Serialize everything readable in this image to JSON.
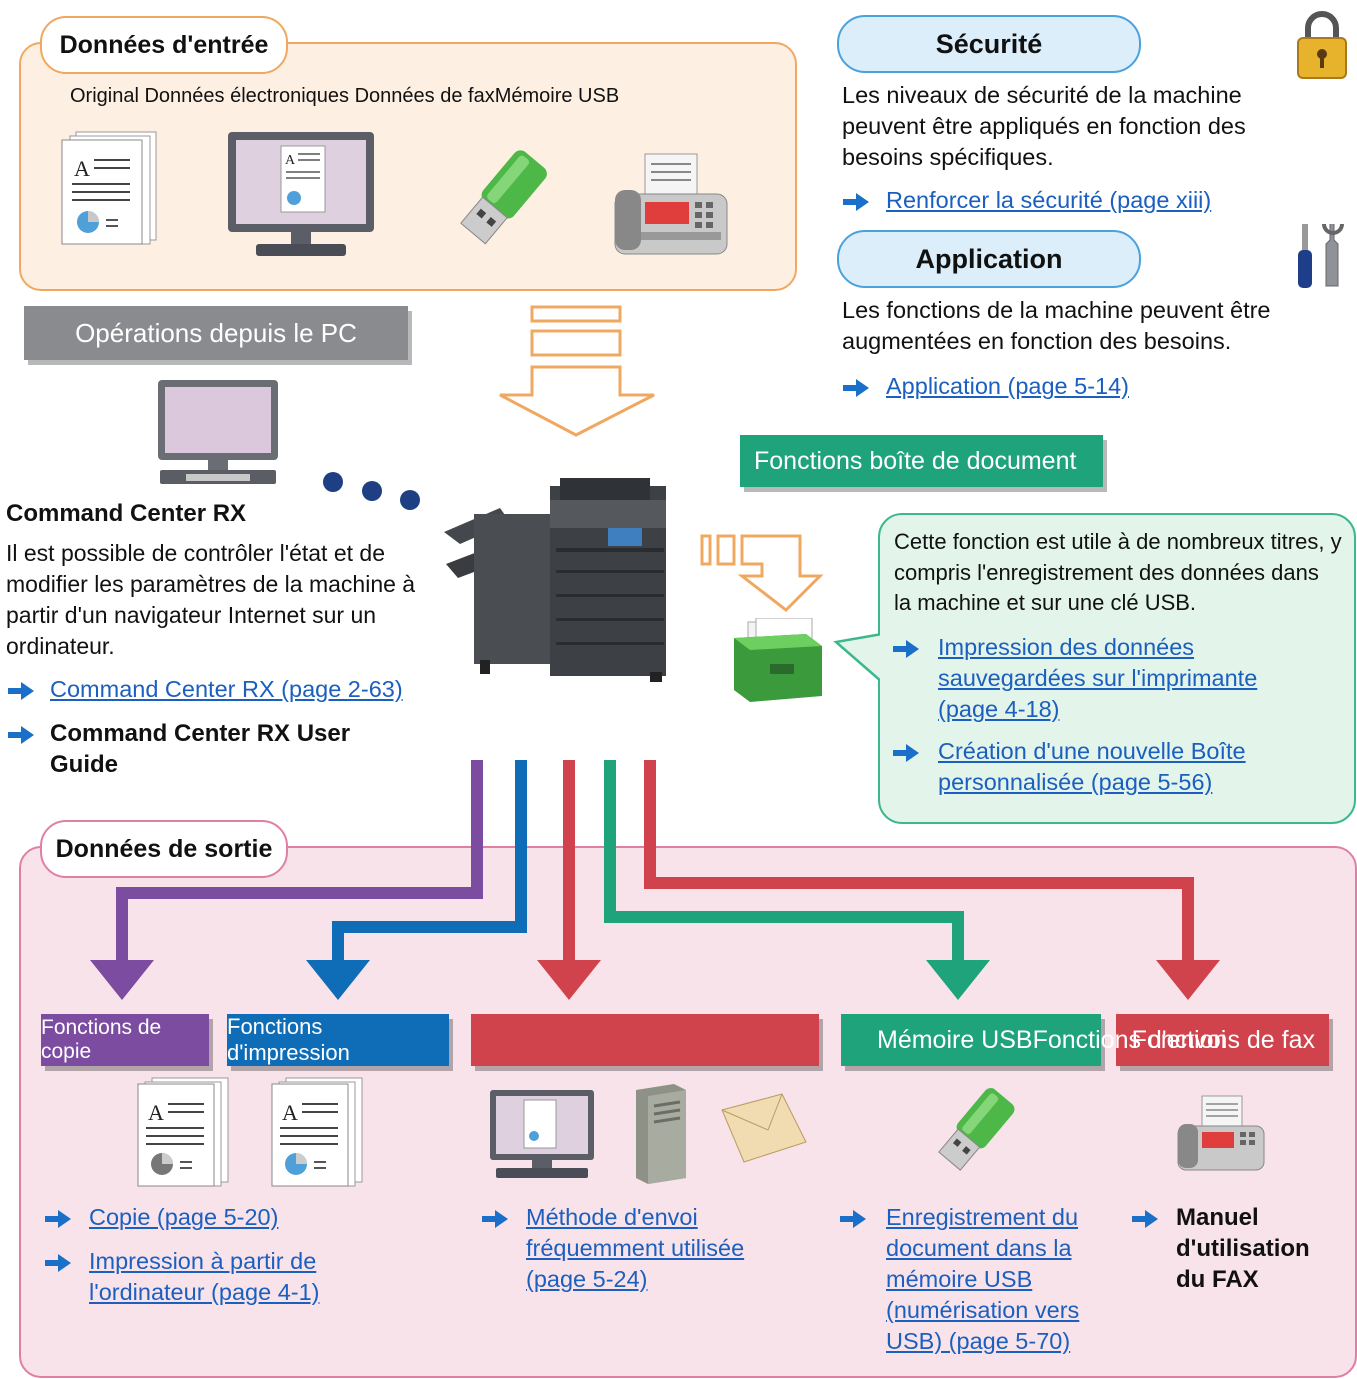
{
  "input": {
    "title": "Données d'entrée",
    "subtitle": "Original Données électroniques Données de faxMémoire USB"
  },
  "pc_ops": {
    "tab": "Opérations depuis le PC",
    "title": "Command Center RX",
    "text": "Il est possible de contrôler l'état et de modifier les paramètres de la machine à partir d'un navigateur Internet sur un ordinateur.",
    "link": "Command Center RX (page 2-63)",
    "guide": "Command Center RX User Guide"
  },
  "security": {
    "title": "Sécurité",
    "text": "Les niveaux de sécurité de la machine peuvent être appliqués en fonction des besoins spécifiques.",
    "link": "Renforcer la sécurité (page xiii)"
  },
  "application": {
    "title": "Application",
    "text": "Les fonctions de la machine peuvent être augmentées en fonction des besoins.",
    "link": "Application (page 5-14)"
  },
  "docbox": {
    "tab": "Fonctions boîte de document",
    "text": "Cette fonction est utile à de nombreux titres, y compris l'enregistrement des données dans la machine et sur une clé USB.",
    "link1": "Impression des données sauvegardées sur l'imprimante (page 4-18)",
    "link2": "Création d'une nouvelle Boîte personnalisée (page 5-56)"
  },
  "output": {
    "title": "Données de sortie",
    "tabs": {
      "copy": "Fonctions de copie",
      "print": "Fonctions d'impression",
      "send": "",
      "usb": "Mémoire USBFonctions d'envoi",
      "fax": "Fonctions de fax"
    },
    "links": {
      "copy": "Copie (page 5-20)",
      "print": "Impression à partir de l'ordinateur (page 4-1)",
      "send": "Méthode d'envoi fréquemment utilisée (page 5-24)",
      "usb": "Enregistrement du document dans la mémoire USB (numérisation vers USB) (page 5-70)",
      "fax": "Manuel d'utilisation du FAX"
    }
  },
  "colors": {
    "purple": "#7b4ca0",
    "blue": "#0f6db7",
    "red": "#d0434d",
    "green": "#1ea37a",
    "orange": "#f0a860",
    "pink": "#e07fa6"
  }
}
